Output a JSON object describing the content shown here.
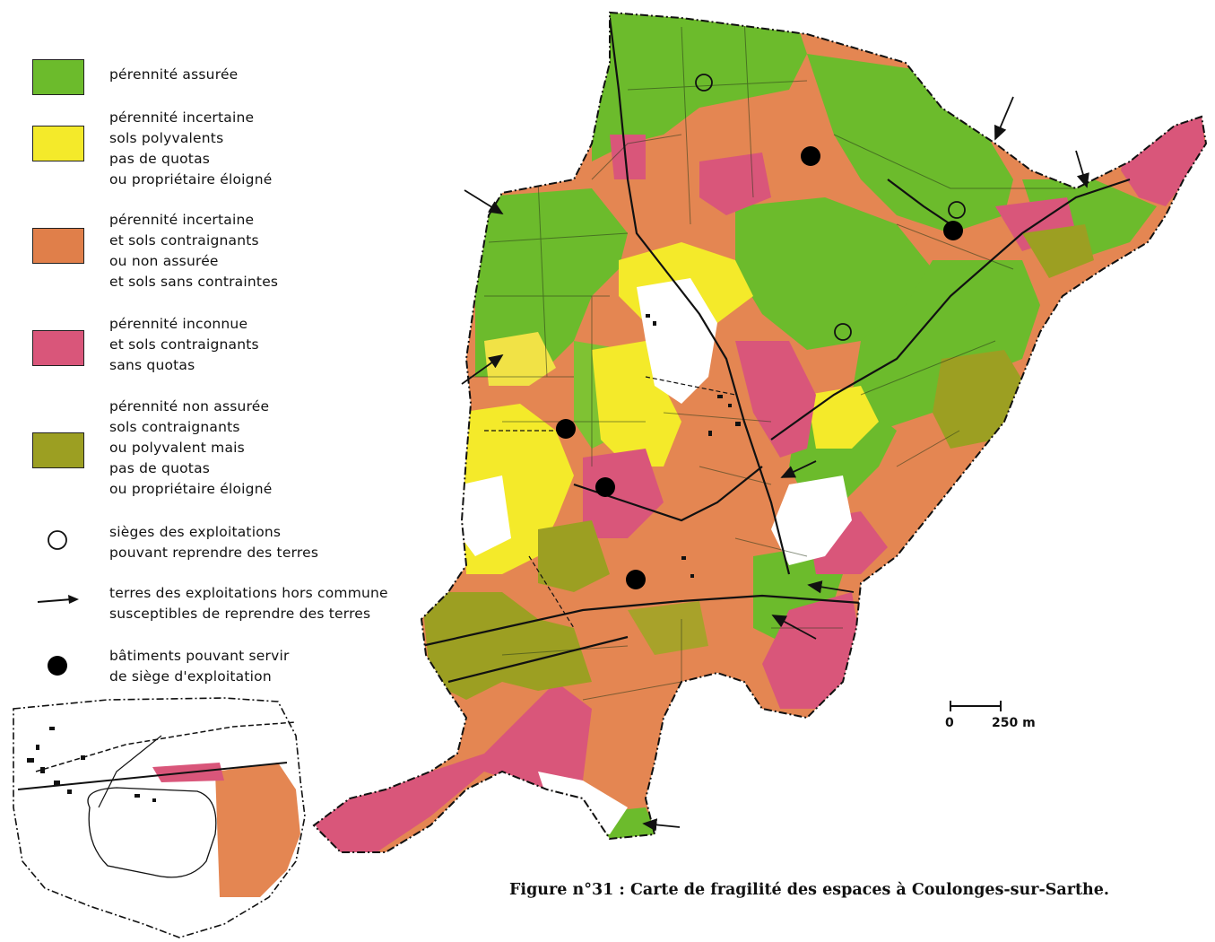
{
  "legend": {
    "items": [
      {
        "label": "pérennité assurée",
        "color": "#6cbb2c"
      },
      {
        "label": "pérennité incertaine\nsols polyvalents\npas de quotas\nou propriétaire éloigné",
        "color": "#f4ea2a"
      },
      {
        "label": "pérennité incertaine\net sols contraignants\nou non assurée\net sols sans contraintes",
        "color": "#e07f4a"
      },
      {
        "label": "pérennité inconnue\net sols contraignants\nsans quotas",
        "color": "#d9567a"
      },
      {
        "label": "pérennité non assurée\nsols contraignants\nou polyvalent mais\npas de quotas\nou propriétaire éloigné",
        "color": "#9c9f22"
      }
    ],
    "symbols": [
      {
        "icon": "open-circle-icon",
        "label": "sièges des exploitations\npouvant reprendre des terres"
      },
      {
        "icon": "arrow-icon",
        "label": "terres des exploitations hors commune\nsusceptibles de reprendre des terres"
      },
      {
        "icon": "filled-circle-icon",
        "label": "bâtiments pouvant servir\nde siège d'exploitation"
      }
    ]
  },
  "scale": {
    "zero": "0",
    "distance": "250 m"
  },
  "caption": "Figure n°31 : Carte de fragilité des espaces à Coulonges-sur-Sarthe."
}
